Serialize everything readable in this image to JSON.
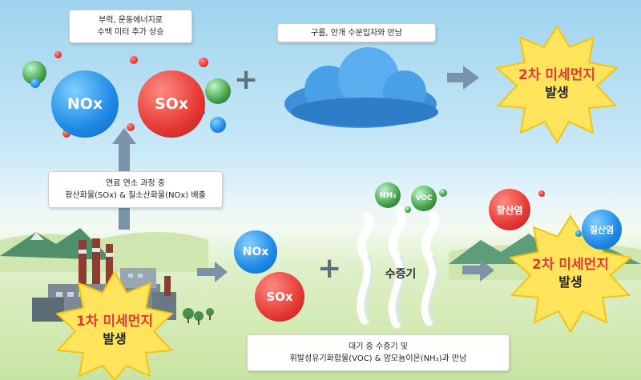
{
  "molecules": {
    "nox_top": "NOx",
    "sox_top": "SOx",
    "nox_bottom": "NOx",
    "sox_bottom": "SOx",
    "nh3": "NH₃",
    "voc": "VOC",
    "sulfate": "황산염",
    "nitrate": "질산염"
  },
  "notes": {
    "buoyancy_line1": "부력, 운동에너지로",
    "buoyancy_line2": "수백 미터 추가 상승",
    "cloud": "구름, 안개 수분입자와 만남",
    "combustion_line1": "연료 연소 과정 중",
    "combustion_line2": "황산화물(SOx) & 질소산화물(NOx) 배출",
    "vapor_line1": "대기 중 수증기 및",
    "vapor_line2": "휘발성유기화합물(VOC) & 암모늄이온(NH₃)과 만남"
  },
  "labels": {
    "vapor": "수증기"
  },
  "results": {
    "secondary_top_line1": "2차 미세먼지",
    "secondary_top_line2": "발생",
    "secondary_bottom_line1": "2차 미세먼지",
    "secondary_bottom_line2": "발생",
    "primary_line1": "1차 미세먼지",
    "primary_line2": "발생"
  },
  "colors": {
    "burst": "#ffe45c",
    "burst_edge": "#f2c40f",
    "result_red": "#e53935",
    "arrow": "#7b93a8"
  }
}
